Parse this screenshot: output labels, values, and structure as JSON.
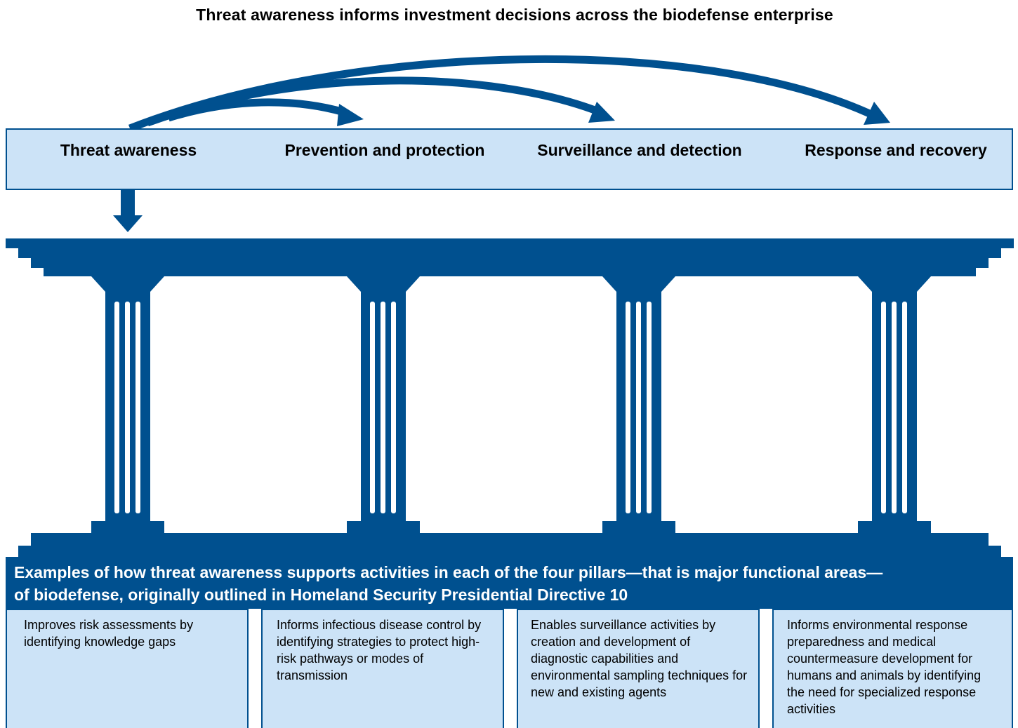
{
  "title": "Threat awareness informs investment decisions across the biodefense enterprise",
  "pillars": [
    {
      "name": "Threat awareness"
    },
    {
      "name": "Prevention and protection"
    },
    {
      "name": "Surveillance and detection"
    },
    {
      "name": "Response and recovery"
    }
  ],
  "banner": {
    "line1": "Examples of how threat awareness supports activities in each of the four pillars—that is major functional areas—",
    "line2": "of biodefense, originally outlined in Homeland Security Presidential Directive 10"
  },
  "examples": [
    {
      "text": "Improves risk assessments by identifying knowledge gaps"
    },
    {
      "text": "Informs infectious disease control by identifying strategies to protect high-risk pathways or modes of transmission"
    },
    {
      "text": "Enables surveillance activities by creation and development of diagnostic capabilities and environmental sampling techniques for new and existing agents"
    },
    {
      "text": "Informs environmental response preparedness and medical countermeasure development for humans and animals by identifying the need for specialized response activities"
    }
  ],
  "colors": {
    "primary": "#00508f",
    "light": "#cce3f7"
  }
}
